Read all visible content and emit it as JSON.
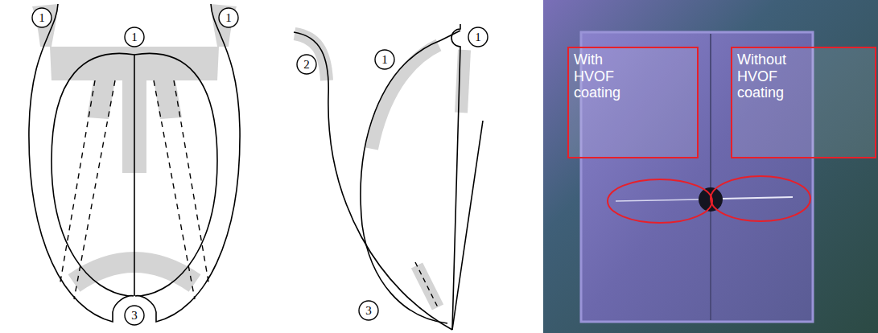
{
  "diagram": {
    "nodes": [
      {
        "text": [
          "1"
        ]
      },
      {
        "text": [
          "1"
        ]
      },
      {
        "text": [
          "1"
        ]
      },
      {
        "text": [
          "3"
        ]
      },
      {
        "text": [
          "1"
        ]
      },
      {
        "text": [
          "1"
        ]
      },
      {
        "text": [
          "2"
        ]
      },
      {
        "text": [
          "3"
        ]
      },
      {
        "text": [
          "With HVOF coating"
        ]
      },
      {
        "text": [
          "Without HVOF coating"
        ]
      }
    ]
  }
}
